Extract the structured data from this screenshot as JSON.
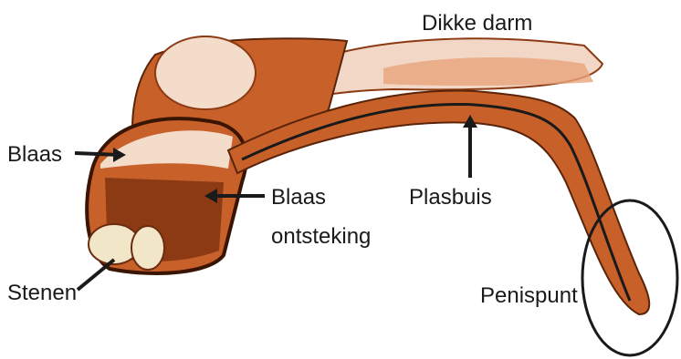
{
  "labels": {
    "dikke_darm": "Dikke darm",
    "blaas": "Blaas",
    "blaas_ontsteking_line1": "Blaas",
    "blaas_ontsteking_line2": "ontsteking",
    "plasbuis": "Plasbuis",
    "stenen": "Stenen",
    "penispunt": "Penispunt"
  },
  "colors": {
    "tissue_dark": "#8b3a14",
    "tissue_mid": "#c8602a",
    "tissue_light": "#e9a47a",
    "bladder_pale": "#f4dccb",
    "stone": "#f2e6c8",
    "line": "#1a1a1a"
  }
}
